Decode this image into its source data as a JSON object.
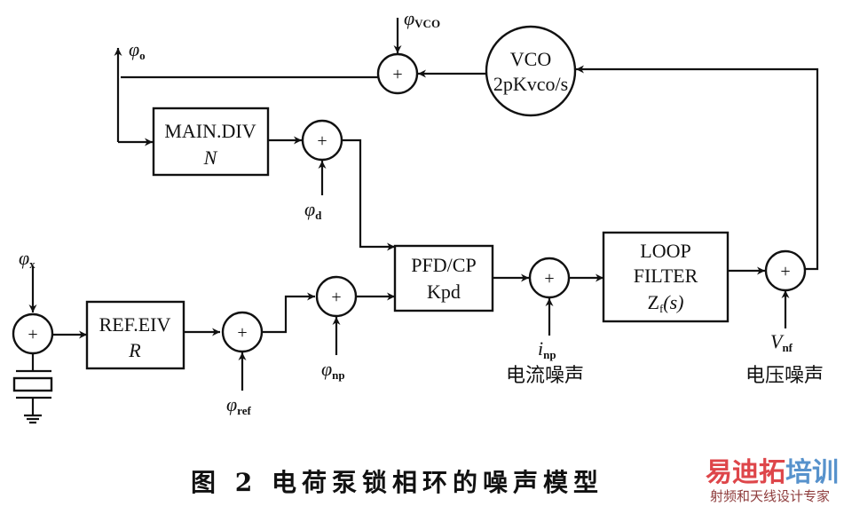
{
  "diagram": {
    "blocks": {
      "main_div": {
        "line1": "MAIN.DIV",
        "line2": "N"
      },
      "ref_div": {
        "line1": "REF.EIV",
        "line2": "R"
      },
      "pfd_cp": {
        "line1": "PFD/CP",
        "line2": "Kpd"
      },
      "loop_filter": {
        "line1": "LOOP",
        "line2": "FILTER",
        "line3_main": "Z",
        "line3_sub": "f",
        "line3_tail": "(s)"
      },
      "vco": {
        "line1": "VCO",
        "line2": "2pKvco/s"
      }
    },
    "summer_symbol": "+",
    "signals": {
      "phi_o": {
        "main": "φ",
        "sub": "o"
      },
      "phi_vco": {
        "main": "φ",
        "sub": "VCO"
      },
      "phi_d": {
        "main": "φ",
        "sub": "d"
      },
      "phi_x": {
        "main": "φ",
        "sub": "x"
      },
      "phi_ref": {
        "main": "φ",
        "sub": "ref"
      },
      "phi_np": {
        "main": "φ",
        "sub": "np"
      },
      "i_np": {
        "main": "i",
        "sub": "np",
        "caption": "电流噪声"
      },
      "v_nf": {
        "main": "V",
        "sub": "nf",
        "caption": "电压噪声"
      }
    },
    "figure_caption": "图 2  电荷泵锁相环的噪声模型"
  },
  "watermark": {
    "brand_part1": "易迪拓",
    "brand_part2": "培训",
    "tagline": "射频和天线设计专家",
    "color_primary": "#d9262b",
    "color_secondary": "#3a7fc4"
  }
}
